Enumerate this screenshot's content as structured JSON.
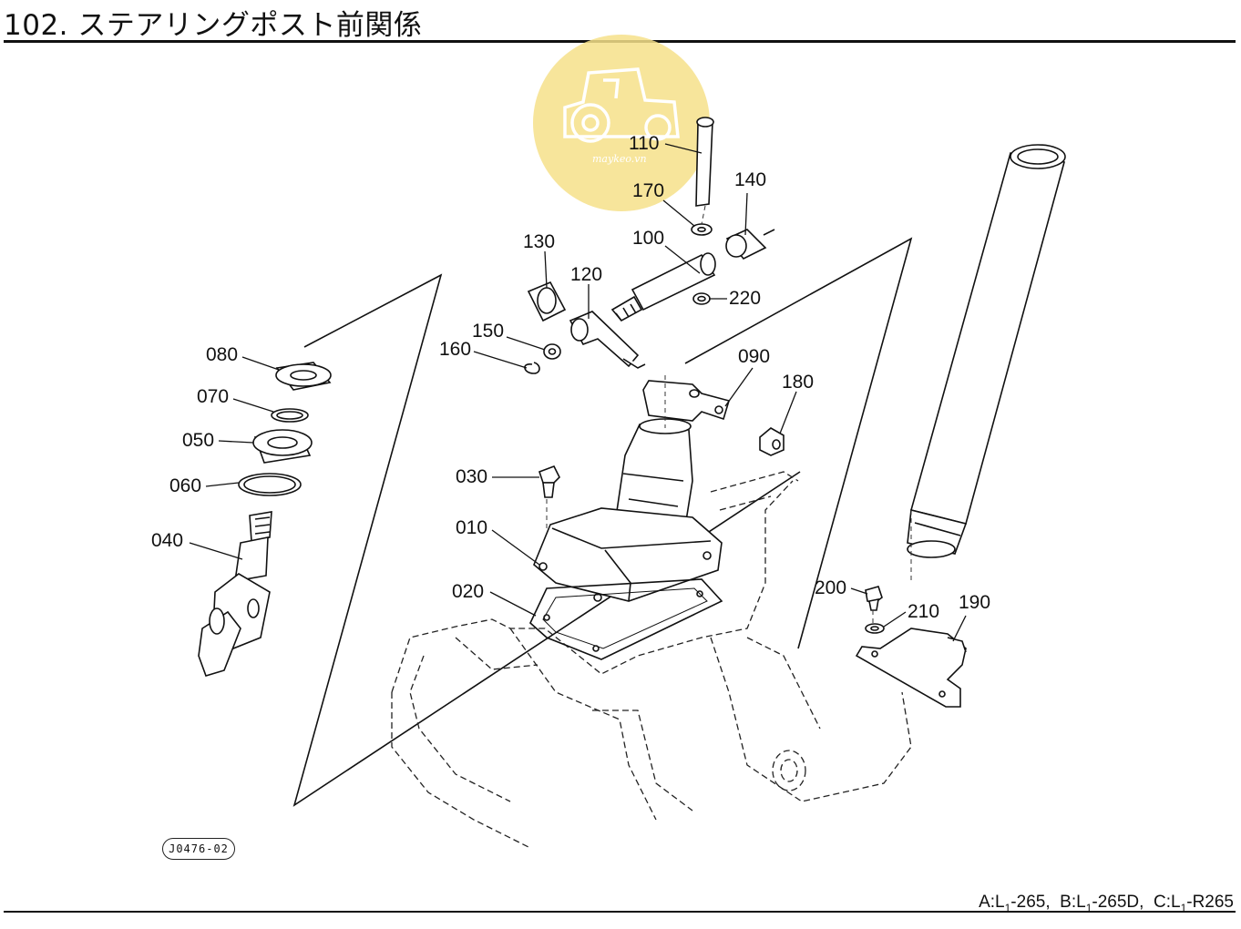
{
  "header": {
    "title": "102. ステアリングポスト前関係"
  },
  "watermark": {
    "text": "maykeo.vn",
    "color": "#f5dd7a"
  },
  "drawing_code": "J0476-02",
  "footer": {
    "models": [
      {
        "prefix": "A:L",
        "sub": "1",
        "suffix": "-265,"
      },
      {
        "prefix": "B:L",
        "sub": "1",
        "suffix": "-265D,"
      },
      {
        "prefix": "C:L",
        "sub": "1",
        "suffix": "-R265"
      }
    ]
  },
  "parts": {
    "p010": "010",
    "p020": "020",
    "p030": "030",
    "p040": "040",
    "p050": "050",
    "p060": "060",
    "p070": "070",
    "p080": "080",
    "p090": "090",
    "p100": "100",
    "p110": "110",
    "p120": "120",
    "p130": "130",
    "p140": "140",
    "p150": "150",
    "p160": "160",
    "p170": "170",
    "p180": "180",
    "p190": "190",
    "p200": "200",
    "p210": "210",
    "p220": "220"
  }
}
